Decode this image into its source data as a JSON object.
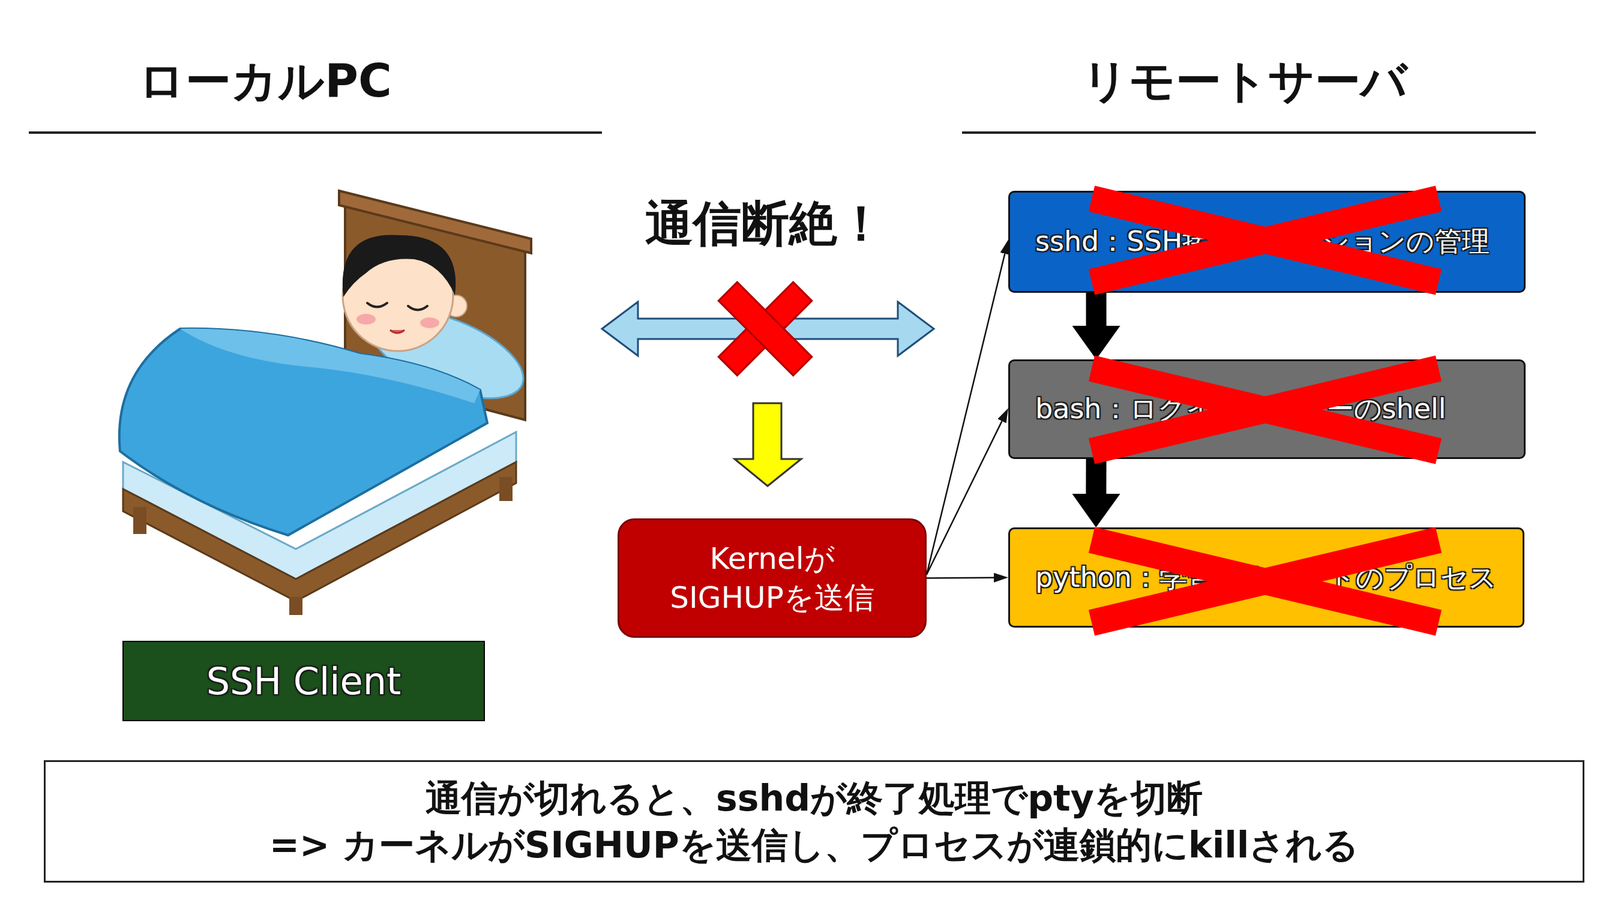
{
  "diagram": {
    "nodes": [
      {
        "text": [
          "SSH Client"
        ]
      },
      {
        "text": [
          "Kernelが SIGHUPを送信"
        ]
      },
      {
        "text": [
          "sshd：SSH接続・セッションの管理"
        ]
      },
      {
        "text": [
          "bash：ログインユーザーのshell"
        ]
      },
      {
        "text": [
          "python：学習スクリプトのプロセス"
        ]
      },
      {
        "text": [
          "通信が切れると、sshdが終了処理でptyを切断",
          "=> カーネルがSIGHUPを送信し、プロセスが連鎖的にkillされる"
        ]
      }
    ],
    "edges": [
      {
        "from": 1,
        "to": 2,
        "arrow": "to"
      },
      {
        "from": 1,
        "to": 3,
        "arrow": "to"
      },
      {
        "from": 1,
        "to": 4,
        "arrow": "to"
      },
      {
        "from": 2,
        "to": 3,
        "arrow": "to"
      },
      {
        "from": 3,
        "to": 4,
        "arrow": "to"
      }
    ],
    "labels": [
      "ローカルPC",
      "リモートサーバ",
      "通信断絶！"
    ]
  }
}
